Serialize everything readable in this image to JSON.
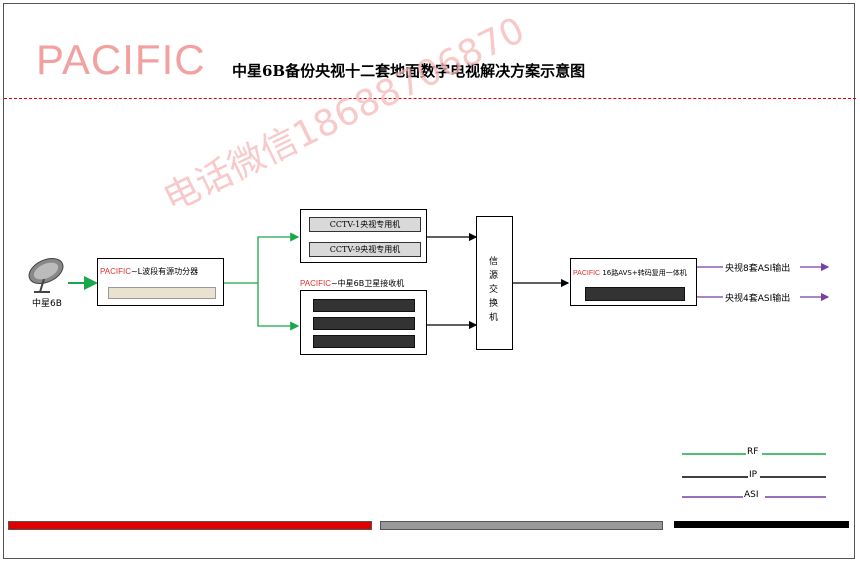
{
  "header": {
    "logo": "PACIFIC",
    "title": "中星6B备份央视十二套地面数字电视解决方案示意图"
  },
  "satellite": {
    "label": "中星6B"
  },
  "amplifier": {
    "brand": "PACIFIC",
    "label": "L波段有源功分器"
  },
  "decoders": {
    "cctv1": "CCTV-1央视专用机",
    "cctv9": "CCTV-9央视专用机"
  },
  "receivers": {
    "brand": "PACIFIC",
    "label": "中星6B卫星接收机"
  },
  "switcher": {
    "label": "信源交换机"
  },
  "multiplexer": {
    "brand": "PACIFIC",
    "label": "16路AVS+转码复用一体机"
  },
  "outputs": [
    "央视8套ASI输出",
    "央视4套ASI输出"
  ],
  "watermark": "电话微信18688706870",
  "legend": [
    {
      "name": "RF",
      "color": "#1aa64a"
    },
    {
      "name": "IP",
      "color": "#000000"
    },
    {
      "name": "ASI",
      "color": "#7b3fa0"
    }
  ],
  "footer_bars": [
    {
      "color": "#e00000"
    },
    {
      "color": "#999999"
    },
    {
      "color": "#000000"
    }
  ]
}
